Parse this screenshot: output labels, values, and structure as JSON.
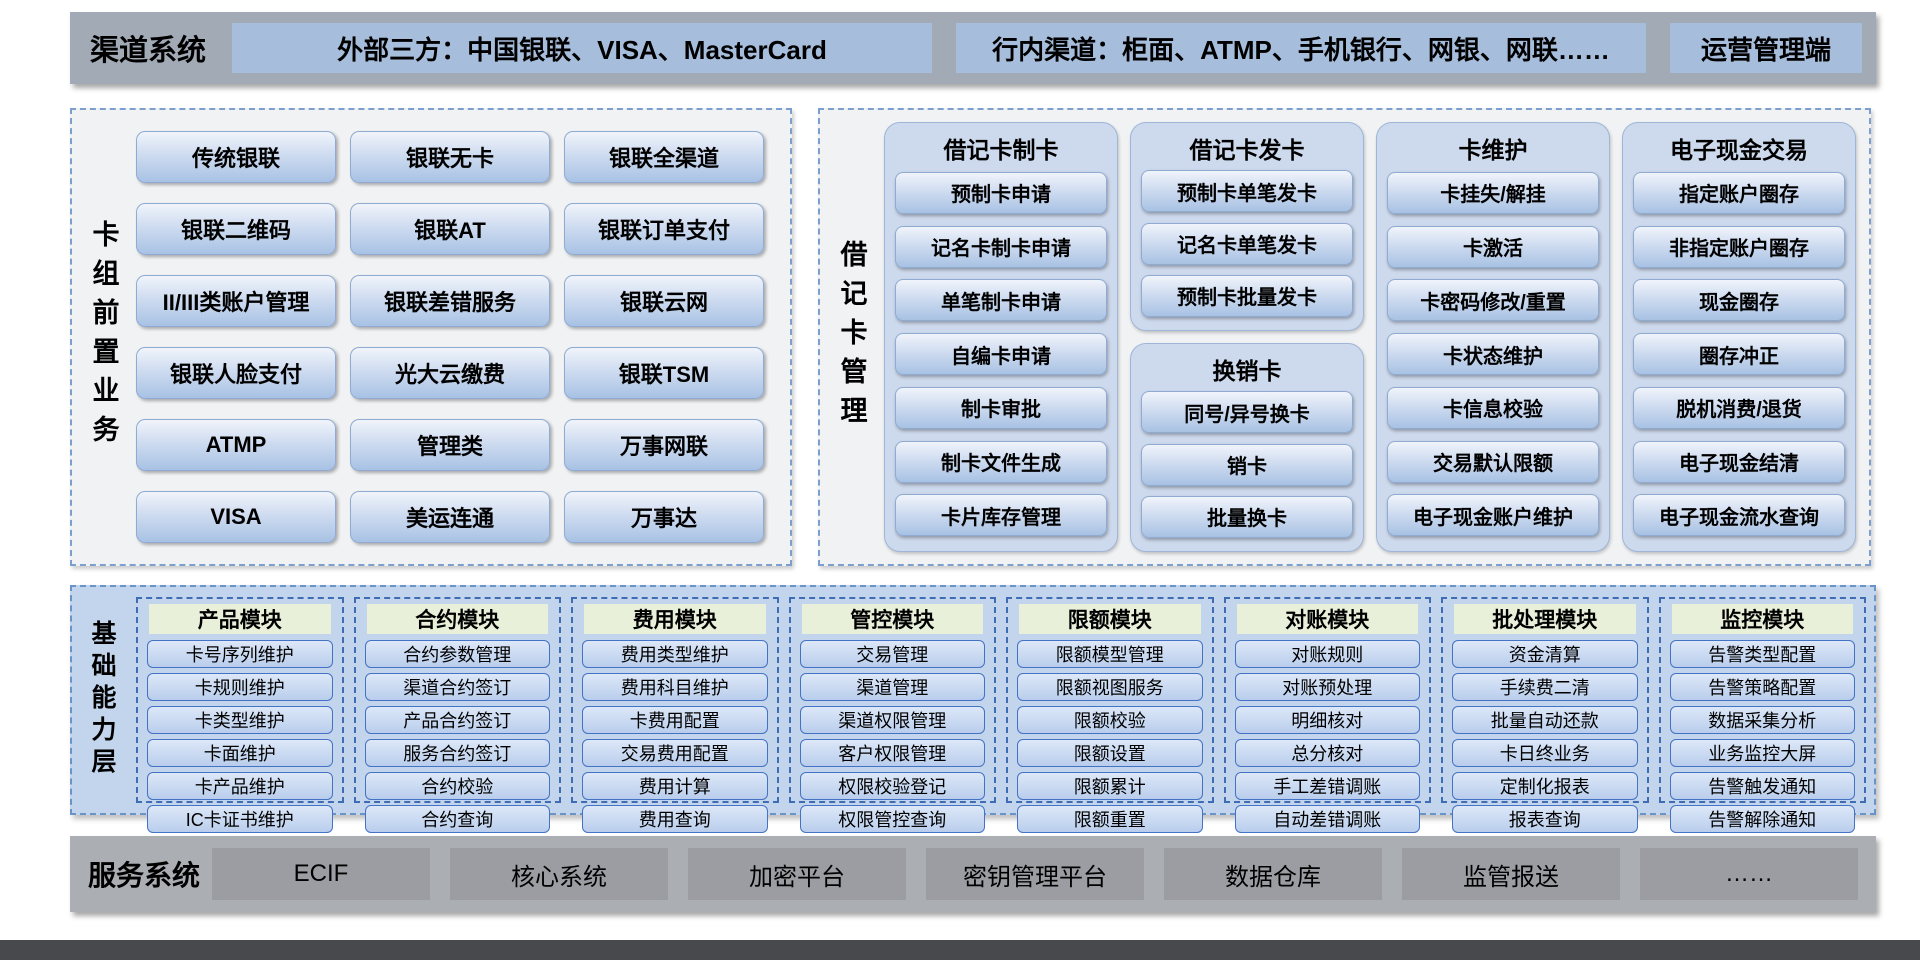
{
  "channel_system": {
    "title": "渠道系统",
    "boxes": [
      "外部三方：中国银联、VISA、MasterCard",
      "行内渠道：柜面、ATMP、手机银行、网银、网联……",
      "运营管理端"
    ]
  },
  "card_front_business": {
    "title": "卡组前置业务",
    "buttons": [
      "传统银联",
      "银联无卡",
      "银联全渠道",
      "银联二维码",
      "银联AT",
      "银联订单支付",
      "II/III类账户管理",
      "银联差错服务",
      "银联云网",
      "银联人脸支付",
      "光大云缴费",
      "银联TSM",
      "ATMP",
      "管理类",
      "万事网联",
      "VISA",
      "美运连通",
      "万事达"
    ]
  },
  "debit_card_management": {
    "title": "借记卡管理",
    "columns": [
      {
        "groups": [
          {
            "title": "借记卡制卡",
            "buttons": [
              "预制卡申请",
              "记名卡制卡申请",
              "单笔制卡申请",
              "自编卡申请",
              "制卡审批",
              "制卡文件生成",
              "卡片库存管理"
            ]
          }
        ]
      },
      {
        "groups": [
          {
            "title": "借记卡发卡",
            "buttons": [
              "预制卡单笔发卡",
              "记名卡单笔发卡",
              "预制卡批量发卡"
            ]
          },
          {
            "title": "换销卡",
            "buttons": [
              "同号/异号换卡",
              "销卡",
              "批量换卡"
            ]
          }
        ]
      },
      {
        "groups": [
          {
            "title": "卡维护",
            "buttons": [
              "卡挂失/解挂",
              "卡激活",
              "卡密码修改/重置",
              "卡状态维护",
              "卡信息校验",
              "交易默认限额",
              "电子现金账户维护"
            ]
          }
        ]
      },
      {
        "groups": [
          {
            "title": "电子现金交易",
            "buttons": [
              "指定账户圈存",
              "非指定账户圈存",
              "现金圈存",
              "圈存冲正",
              "脱机消费/退货",
              "电子现金结清",
              "电子现金流水查询"
            ]
          }
        ]
      }
    ]
  },
  "capability_layer": {
    "title": "基础能力层",
    "modules": [
      {
        "title": "产品模块",
        "buttons": [
          "卡号序列维护",
          "卡规则维护",
          "卡类型维护",
          "卡面维护",
          "卡产品维护",
          "IC卡证书维护"
        ]
      },
      {
        "title": "合约模块",
        "buttons": [
          "合约参数管理",
          "渠道合约签订",
          "产品合约签订",
          "服务合约签订",
          "合约校验",
          "合约查询"
        ]
      },
      {
        "title": "费用模块",
        "buttons": [
          "费用类型维护",
          "费用科目维护",
          "卡费用配置",
          "交易费用配置",
          "费用计算",
          "费用查询"
        ]
      },
      {
        "title": "管控模块",
        "buttons": [
          "交易管理",
          "渠道管理",
          "渠道权限管理",
          "客户权限管理",
          "权限校验登记",
          "权限管控查询"
        ]
      },
      {
        "title": "限额模块",
        "buttons": [
          "限额模型管理",
          "限额视图服务",
          "限额校验",
          "限额设置",
          "限额累计",
          "限额重置"
        ]
      },
      {
        "title": "对账模块",
        "buttons": [
          "对账规则",
          "对账预处理",
          "明细核对",
          "总分核对",
          "手工差错调账",
          "自动差错调账"
        ]
      },
      {
        "title": "批处理模块",
        "buttons": [
          "资金清算",
          "手续费二清",
          "批量自动还款",
          "卡日终业务",
          "定制化报表",
          "报表查询"
        ]
      },
      {
        "title": "监控模块",
        "buttons": [
          "告警类型配置",
          "告警策略配置",
          "数据采集分析",
          "业务监控大屏",
          "告警触发通知",
          "告警解除通知"
        ]
      }
    ]
  },
  "service_system": {
    "title": "服务系统",
    "boxes": [
      "ECIF",
      "核心系统",
      "加密平台",
      "密钥管理平台",
      "数据仓库",
      "监管报送",
      "……"
    ]
  },
  "colors": {
    "top_bar_bg": "#a2aab6",
    "top_box_bg": "#a6bddc",
    "panel_bg": "#f1f2f4",
    "panel_dash": "#7d9fce",
    "card_bg": "#cdd9ec",
    "button_gradient_top": "#f0f4fb",
    "button_gradient_bottom": "#a8c2e4",
    "capability_bg": "#c3d5ec",
    "module_dash": "#3e6cb5",
    "module_header_bg": "#e9f0da",
    "module_button_border": "#4472c4",
    "service_bar_bg": "#abaeb3",
    "service_box_bg": "#9b9da2",
    "bottom_strip": "#47494c"
  }
}
